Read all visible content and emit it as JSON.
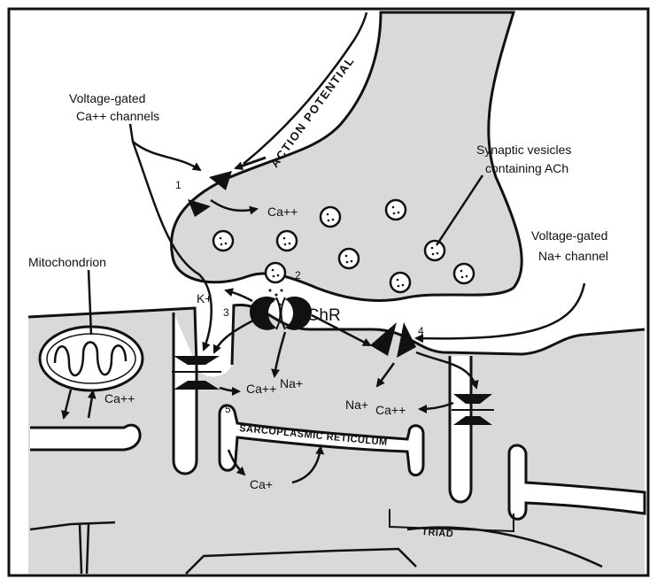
{
  "labels": {
    "vg_ca_line1": "Voltage-gated",
    "vg_ca_line2": "Ca++ channels",
    "action_potential": "ACTION POTENTIAL",
    "syn_ves_line1": "Synaptic vesicles",
    "syn_ves_line2": "containing ACh",
    "vg_na_line1": "Voltage-gated",
    "vg_na_line2": "Na+ channel",
    "mitochondrion": "Mitochondrion",
    "achr": "AChR",
    "sarcoplasmic_reticulum": "SARCOPLASMIC RETICULUM",
    "triad": "TRIAD",
    "ion_ca_terminal": "Ca++",
    "ion_k": "K+",
    "ion_ca_na_cleft": "Ca++",
    "ion_na_cleft": "Na+",
    "ion_na_right": "Na+",
    "ion_ca_right": "Ca++",
    "ion_ca_mito": "Ca++",
    "ion_ca_sr": "Ca+"
  },
  "step_numbers": [
    "1",
    "2",
    "3",
    "4",
    "5"
  ],
  "colors": {
    "tissue_fill": "#d9d9d9",
    "outline": "#111111",
    "background": "#ffffff"
  }
}
